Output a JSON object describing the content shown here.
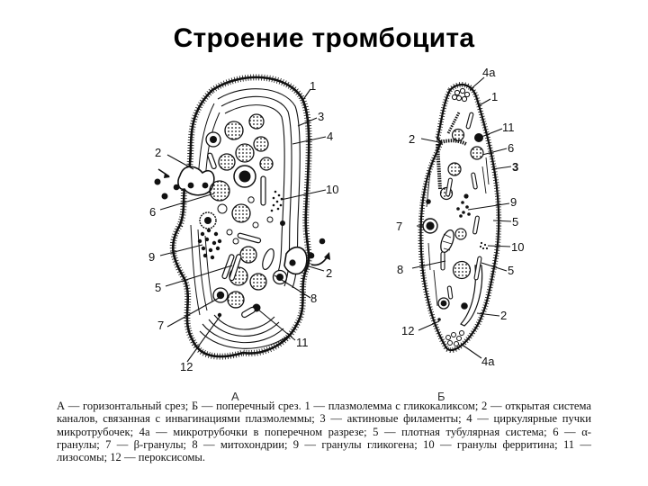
{
  "slide": {
    "title": "Строение тромбоцита"
  },
  "figure": {
    "panel_a": {
      "label": "А",
      "description": "горизонтальный срез",
      "callouts": [
        "1",
        "3",
        "4",
        "2",
        "6",
        "10",
        "9",
        "2",
        "5",
        "8",
        "7",
        "11",
        "12"
      ]
    },
    "panel_b": {
      "label": "Б",
      "description": "поперечный срез",
      "callouts": [
        "4а",
        "1",
        "11",
        "2",
        "6",
        "3",
        "9",
        "5",
        "7",
        "10",
        "8",
        "5",
        "2",
        "12",
        "4а"
      ]
    }
  },
  "caption": {
    "text": "А — горизонтальный срез; Б — поперечный срез. 1 — плазмолемма с гликокаликсом; 2 — открытая система каналов, связанная с инвагинациями плазмолеммы; 3 — актиновые филаменты; 4 — циркулярные пучки микротрубочек; 4а — микротрубочки в поперечном разрезе; 5 — плотная тубулярная система; 6 — α-гранулы; 7 — β-гранулы; 8 — митохондрии; 9 — гранулы гликогена; 10 — гранулы ферритина; 11 — лизосомы; 12 — пероксисомы."
  },
  "legend": [
    {
      "key": "1",
      "label": "плазмолемма с гликокаликсом"
    },
    {
      "key": "2",
      "label": "открытая система каналов, связанная с инвагинациями плазмолеммы"
    },
    {
      "key": "3",
      "label": "актиновые филаменты"
    },
    {
      "key": "4",
      "label": "циркулярные пучки микротрубочек"
    },
    {
      "key": "4а",
      "label": "микротрубочки в поперечном разрезе"
    },
    {
      "key": "5",
      "label": "плотная тубулярная система"
    },
    {
      "key": "6",
      "label": "α-гранулы"
    },
    {
      "key": "7",
      "label": "β-гранулы"
    },
    {
      "key": "8",
      "label": "митохондрии"
    },
    {
      "key": "9",
      "label": "гранулы гликогена"
    },
    {
      "key": "10",
      "label": "гранулы ферритина"
    },
    {
      "key": "11",
      "label": "лизосомы"
    },
    {
      "key": "12",
      "label": "пероксисомы"
    }
  ],
  "colors": {
    "background": "#ffffff",
    "ink": "#111111"
  }
}
